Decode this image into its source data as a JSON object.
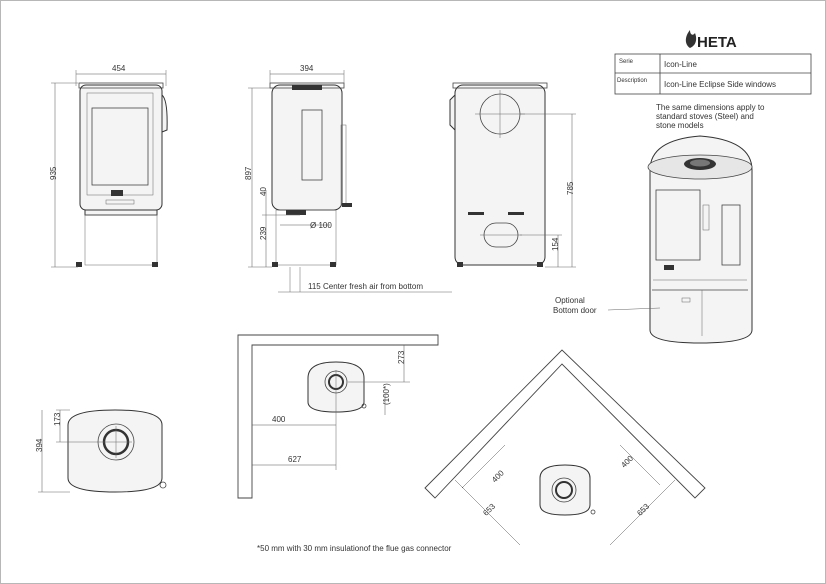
{
  "brand": {
    "name": "HETA",
    "logo": "flame-logo"
  },
  "title_block": {
    "serie_label": "Serie",
    "serie_value": "Icon-Line",
    "description_label": "Description",
    "description_value": "Icon-Line Eclipse Side windows"
  },
  "notes": {
    "same_dims_1": "The same dimensions apply to",
    "same_dims_2": "standard stoves (Steel) and",
    "same_dims_3": "stone models",
    "optional_door_1": "Optional",
    "optional_door_2": "Bottom door",
    "fresh_air": "115 Center fresh air from bottom",
    "footnote": "*50 mm with 30 mm insulationof the flue gas connector"
  },
  "dimensions": {
    "front_width": "454",
    "front_height": "935",
    "side_depth": "394",
    "side_height": "897",
    "side_40": "40",
    "side_239": "239",
    "side_pipe": "Ø 100",
    "back_785": "785",
    "back_154": "154",
    "top_173": "173",
    "top_394": "394",
    "wall_273": "273",
    "wall_100": "(100*)",
    "wall_400": "400",
    "wall_627": "627",
    "corner_400_left": "400",
    "corner_653_left": "653",
    "corner_400_right": "400",
    "corner_653_right": "653"
  }
}
